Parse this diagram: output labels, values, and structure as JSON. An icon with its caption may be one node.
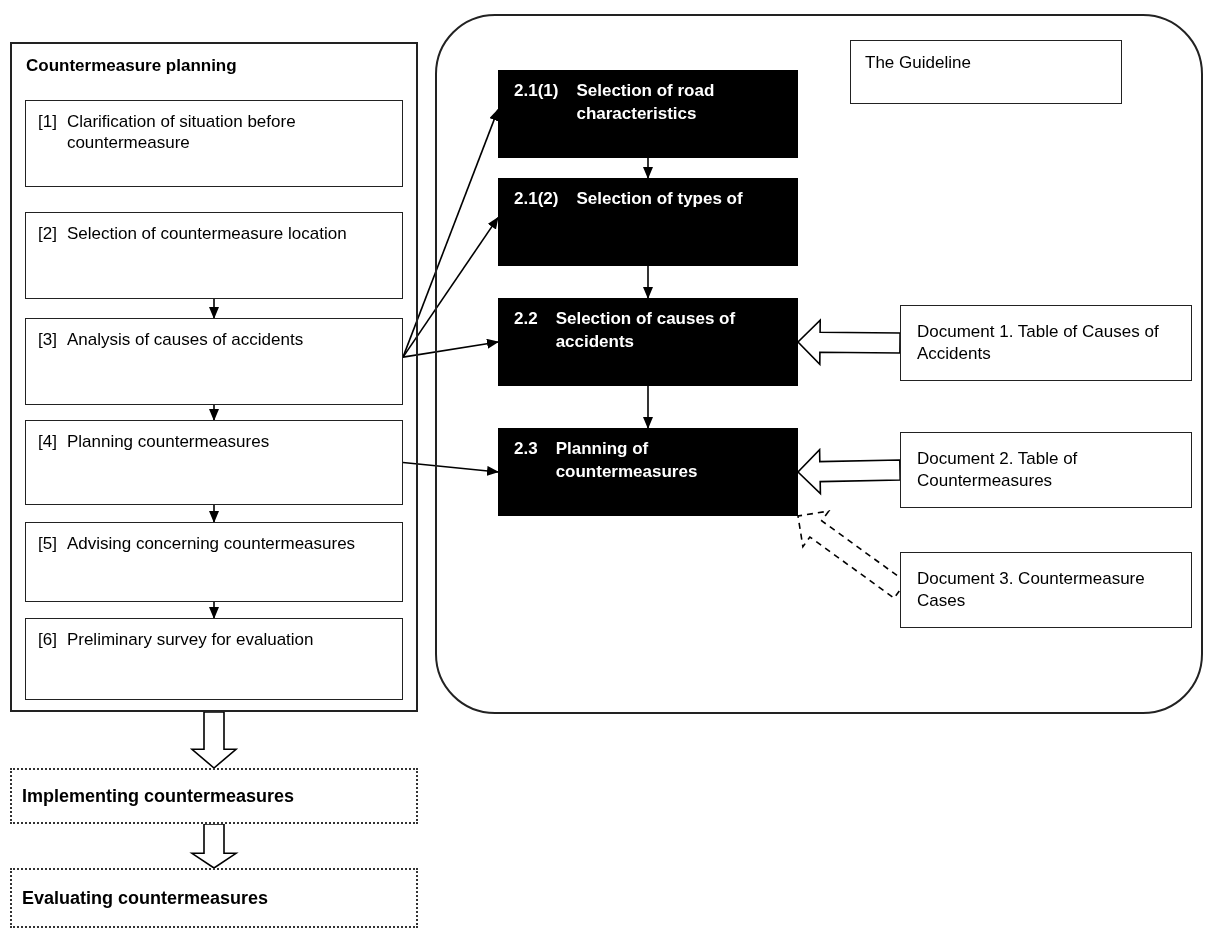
{
  "diagram": {
    "nodes": [
      {
        "text": [
          "Countermeasure planning"
        ]
      },
      {
        "text": [
          "[1]",
          "Clarification of situation before countermeasure"
        ],
        "in": 0
      },
      {
        "text": [
          "[2]",
          "Selection of countermeasure location"
        ],
        "in": 0
      },
      {
        "text": [
          "[3]",
          "Analysis of causes of accidents"
        ],
        "in": 0
      },
      {
        "text": [
          "[4]",
          "Planning countermeasures"
        ],
        "in": 0
      },
      {
        "text": [
          "[5]",
          "Advising concerning countermeasures"
        ],
        "in": 0
      },
      {
        "text": [
          "[6]",
          "Preliminary survey for evaluation"
        ],
        "in": 0
      },
      {
        "text": [
          "Implementing countermeasures"
        ]
      },
      {
        "text": [
          "Evaluating countermeasures"
        ]
      },
      {
        "text": [],
        "shape": "box"
      },
      {
        "text": [
          "The Guideline"
        ],
        "in": 9
      },
      {
        "text": [
          "2.1(1)",
          "Selection of road characteristics"
        ],
        "in": 9
      },
      {
        "text": [
          "2.1(2)",
          "Selection of types of"
        ],
        "in": 9
      },
      {
        "text": [
          "2.2",
          "Selection of causes of accidents"
        ],
        "in": 9
      },
      {
        "text": [
          "2.3",
          "Planning of countermeasures"
        ],
        "in": 9
      },
      {
        "text": [
          "Document 1. Table of Causes of Accidents"
        ],
        "in": 9
      },
      {
        "text": [
          "Document 2. Table of Countermeasures"
        ],
        "in": 9
      },
      {
        "text": [
          "Document 3. Countermeasure Cases"
        ],
        "in": 9
      }
    ],
    "edges": [
      {
        "from": 2,
        "to": 3,
        "arrow": "to"
      },
      {
        "from": 3,
        "to": 4,
        "arrow": "to"
      },
      {
        "from": 4,
        "to": 5,
        "arrow": "to"
      },
      {
        "from": 5,
        "to": 6,
        "arrow": "to"
      },
      {
        "from": 0,
        "to": 7,
        "arrow": "to"
      },
      {
        "from": 7,
        "to": 8,
        "arrow": "to"
      },
      {
        "from": 3,
        "to": 11,
        "arrow": "to"
      },
      {
        "from": 3,
        "to": 12,
        "arrow": "to"
      },
      {
        "from": 3,
        "to": 13,
        "arrow": "to"
      },
      {
        "from": 4,
        "to": 14,
        "arrow": "to"
      },
      {
        "from": 11,
        "to": 12,
        "arrow": "to"
      },
      {
        "from": 12,
        "to": 13,
        "arrow": "to"
      },
      {
        "from": 13,
        "to": 14,
        "arrow": "to"
      },
      {
        "from": 15,
        "to": 13,
        "arrow": "to"
      },
      {
        "from": 16,
        "to": 14,
        "arrow": "to"
      },
      {
        "from": 17,
        "to": 14,
        "arrow": "to",
        "style": "dashed"
      }
    ]
  }
}
